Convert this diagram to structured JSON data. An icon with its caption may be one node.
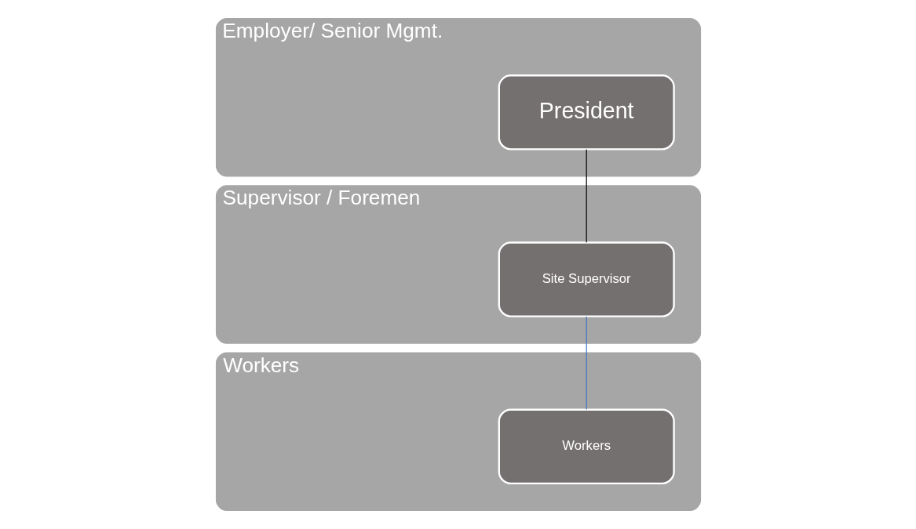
{
  "diagram": {
    "nodes": [
      {
        "text": [
          "Employer/ Senior Mgmt."
        ]
      },
      {
        "text": [
          "President"
        ],
        "in": 0
      },
      {
        "text": [
          "Supervisor / Foremen"
        ]
      },
      {
        "text": [
          "Site Supervisor"
        ],
        "in": 2
      },
      {
        "text": [
          "Workers"
        ]
      },
      {
        "text": [
          "Workers"
        ],
        "in": 4
      }
    ],
    "edges": [
      {
        "from": 1,
        "to": 3,
        "arrow": "none",
        "color": "#000000"
      },
      {
        "from": 3,
        "to": 5,
        "arrow": "none",
        "color": "#4472c4"
      }
    ]
  }
}
